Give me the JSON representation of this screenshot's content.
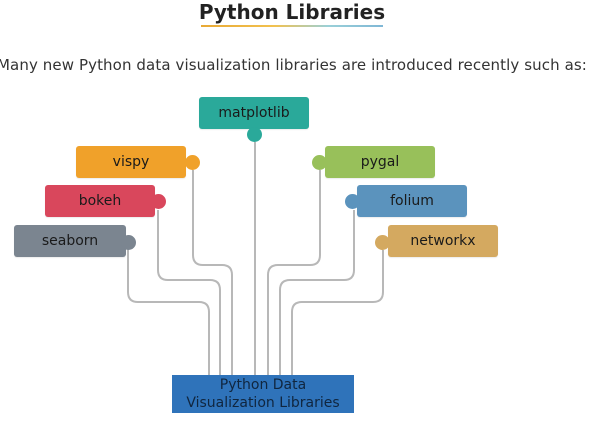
{
  "title": "Python Libraries",
  "intro": "Many new Python data visualization libraries are introduced recently such as:",
  "center": {
    "line1": "Python Data",
    "line2": "Visualization Libraries"
  },
  "libraries": {
    "matplotlib": "matplotlib",
    "vispy": "vispy",
    "bokeh": "bokeh",
    "seaborn": "seaborn",
    "pygal": "pygal",
    "folium": "folium",
    "networkx": "networkx"
  },
  "colors": {
    "matplotlib": "#2aa99a",
    "vispy": "#f0a12a",
    "bokeh": "#d9475c",
    "seaborn": "#7b8590",
    "pygal": "#98c05a",
    "folium": "#5b93bd",
    "networkx": "#d4a960",
    "center": "#2f73ba",
    "connector": "#b8b8b8"
  }
}
